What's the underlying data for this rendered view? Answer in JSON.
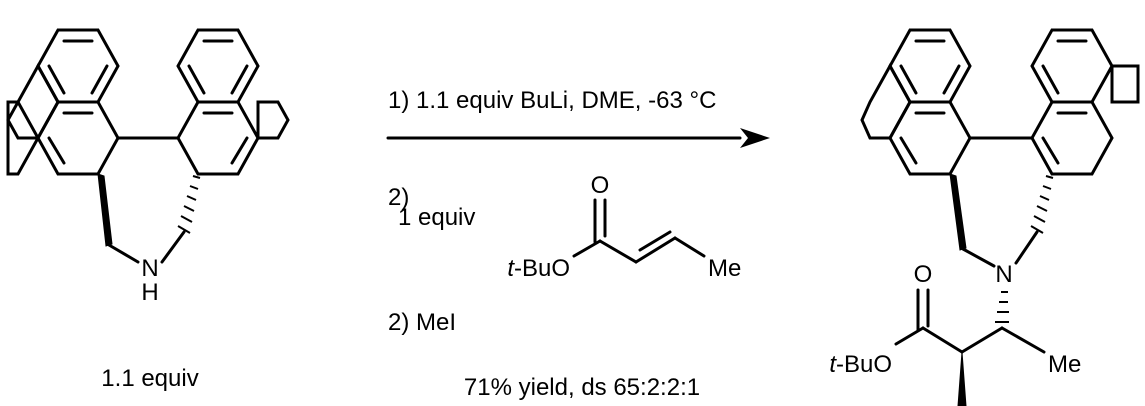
{
  "reactant": {
    "amine_n": "N",
    "amine_h": "H",
    "amount": "1.1 equiv"
  },
  "conditions": {
    "step1": "1) 1.1 equiv BuLi, DME, -63 °C",
    "step2_number": "2)",
    "step2_amount": "1 equiv",
    "step3": "2) MeI",
    "result": "71% yield, ds 65:2:2:1"
  },
  "ester_reagent": {
    "carbonyl_o": "O",
    "tbu_prefix": "t",
    "tbu_suffix": "-BuO",
    "methyl": "Me"
  },
  "product": {
    "amine_n": "N",
    "carbonyl_o": "O",
    "tbu_prefix": "t",
    "tbu_suffix": "-BuO",
    "methyl": "Me"
  }
}
